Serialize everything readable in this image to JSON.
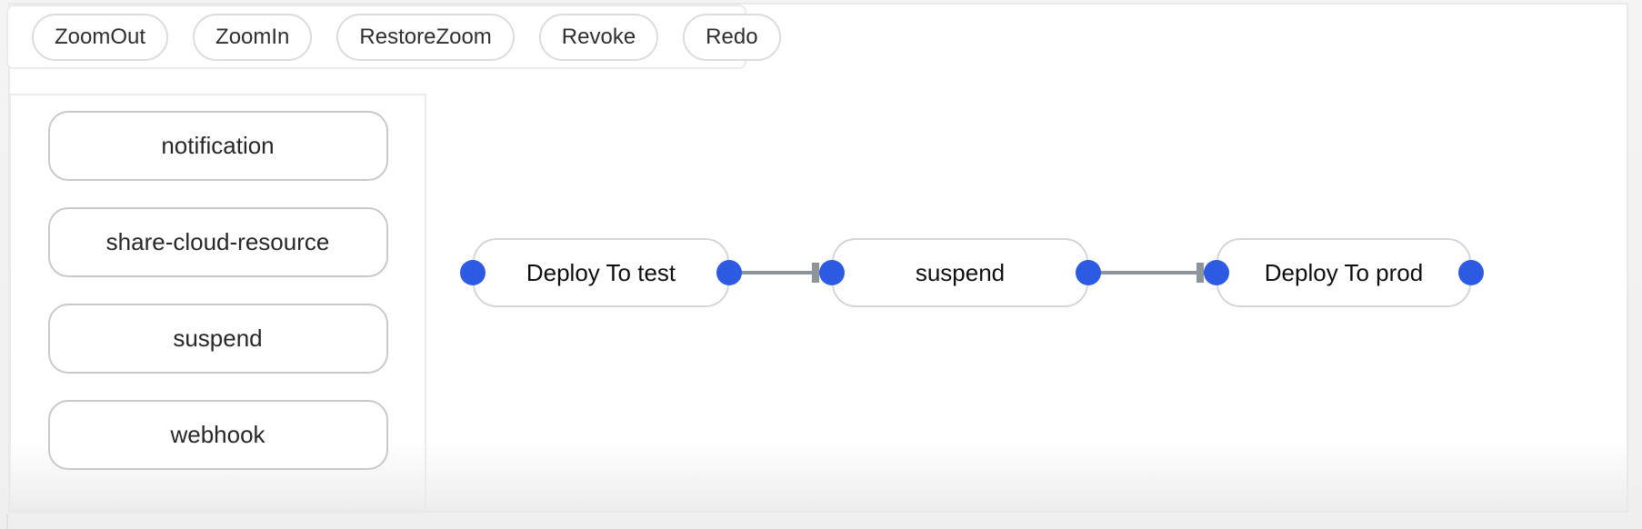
{
  "toolbar": {
    "buttons": [
      "ZoomOut",
      "ZoomIn",
      "RestoreZoom",
      "Revoke",
      "Redo"
    ]
  },
  "palette": {
    "items": [
      "notification",
      "share-cloud-resource",
      "suspend",
      "webhook"
    ]
  },
  "canvas": {
    "nodes": [
      {
        "label": "Deploy To test"
      },
      {
        "label": "suspend"
      },
      {
        "label": "Deploy To prod"
      }
    ],
    "edges": [
      {
        "from": "Deploy To test",
        "to": "suspend"
      },
      {
        "from": "suspend",
        "to": "Deploy To prod"
      }
    ]
  },
  "colors": {
    "port_blue": "#2d5ae2",
    "edge_gray": "#8e959a"
  }
}
